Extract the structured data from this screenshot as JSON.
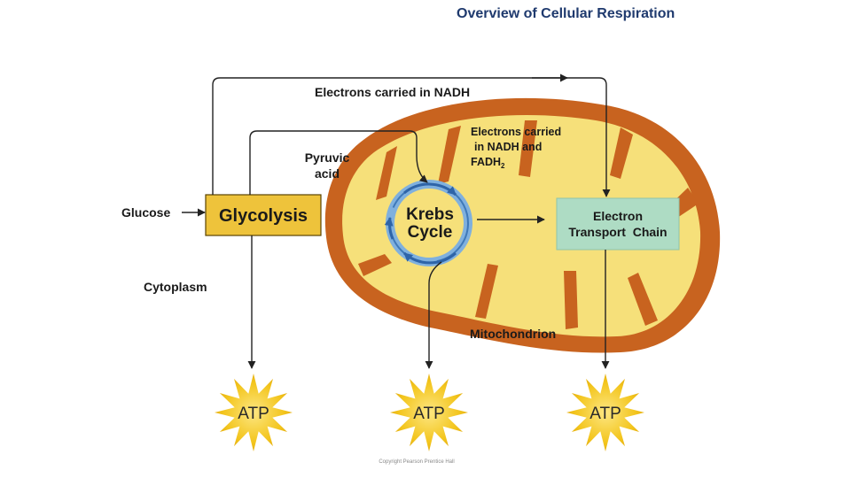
{
  "title": "Overview of Cellular Respiration",
  "labels": {
    "nadh_top": "Electrons carried in NADH",
    "nadh_fadh_line1": "Electrons carried",
    "nadh_fadh_line2": "in NADH and",
    "nadh_fadh_line3_main": "FADH",
    "nadh_fadh_line3_sub": "2",
    "pyruvic_line1": "Pyruvic",
    "pyruvic_line2": "acid",
    "glucose": "Glucose",
    "glycolysis": "Glycolysis",
    "krebs_line1": "Krebs",
    "krebs_line2": "Cycle",
    "etc_line1": "Electron",
    "etc_line2": "Transport  Chain",
    "cytoplasm": "Cytoplasm",
    "mitochondrion": "Mitochondrion"
  },
  "atp": [
    "ATP",
    "ATP",
    "ATP"
  ],
  "copyright": "Copyright Pearson Prentice Hall",
  "colors": {
    "mito_outer": "#c8631f",
    "mito_inner": "#f6e07a",
    "glycolysis_box": "#eec33b",
    "etc_box": "#aedcc4",
    "krebs_ring": "#6a9ed0",
    "atp_star": "#f2c21a",
    "title": "#1f3a6e"
  }
}
